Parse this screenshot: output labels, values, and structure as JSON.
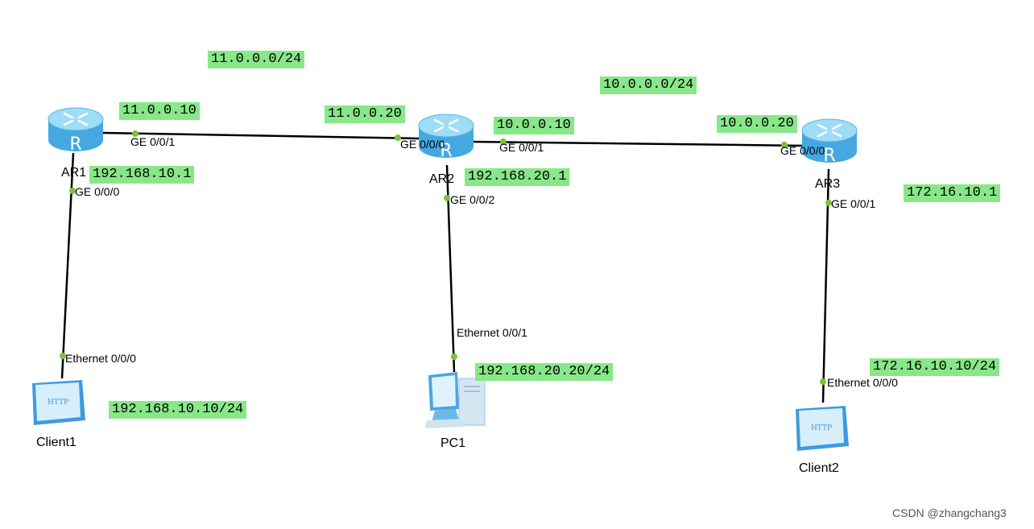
{
  "networks": {
    "net_ar1_ar2": "11.0.0.0/24",
    "net_ar2_ar3": "10.0.0.0/24"
  },
  "addresses": {
    "ar1_ge001": "11.0.0.10",
    "ar2_ge000": "11.0.0.20",
    "ar2_ge001": "10.0.0.10",
    "ar3_ge000": "10.0.0.20",
    "ar1_ge000": "192.168.10.1",
    "ar2_ge002": "192.168.20.1",
    "ar3_ge001": "172.16.10.1",
    "client1": "192.168.10.10/24",
    "pc1": "192.168.20.20/24",
    "client2": "172.16.10.10/24"
  },
  "ports": {
    "ar1_ge001": "GE 0/0/1",
    "ar1_ge000": "GE 0/0/0",
    "ar2_ge000": "GE 0/0/0",
    "ar2_ge001": "GE 0/0/1",
    "ar2_ge002": "GE 0/0/2",
    "ar3_ge000": "GE 0/0/0",
    "ar3_ge001": "GE 0/0/1",
    "client1_eth": "Ethernet 0/0/0",
    "pc1_eth": "Ethernet 0/0/1",
    "client2_eth": "Ethernet 0/0/0"
  },
  "devices": {
    "ar1": "AR1",
    "ar2": "AR2",
    "ar3": "AR3",
    "client1": "Client1",
    "pc1": "PC1",
    "client2": "Client2"
  },
  "icon_text": {
    "http": "HTTP",
    "router": "R"
  },
  "watermark": "CSDN @zhangchang3",
  "colors": {
    "label_bg": "#88e788",
    "link": "#000000",
    "port_dot": "#7cc23a",
    "router_blue": "#4fb3e8"
  }
}
